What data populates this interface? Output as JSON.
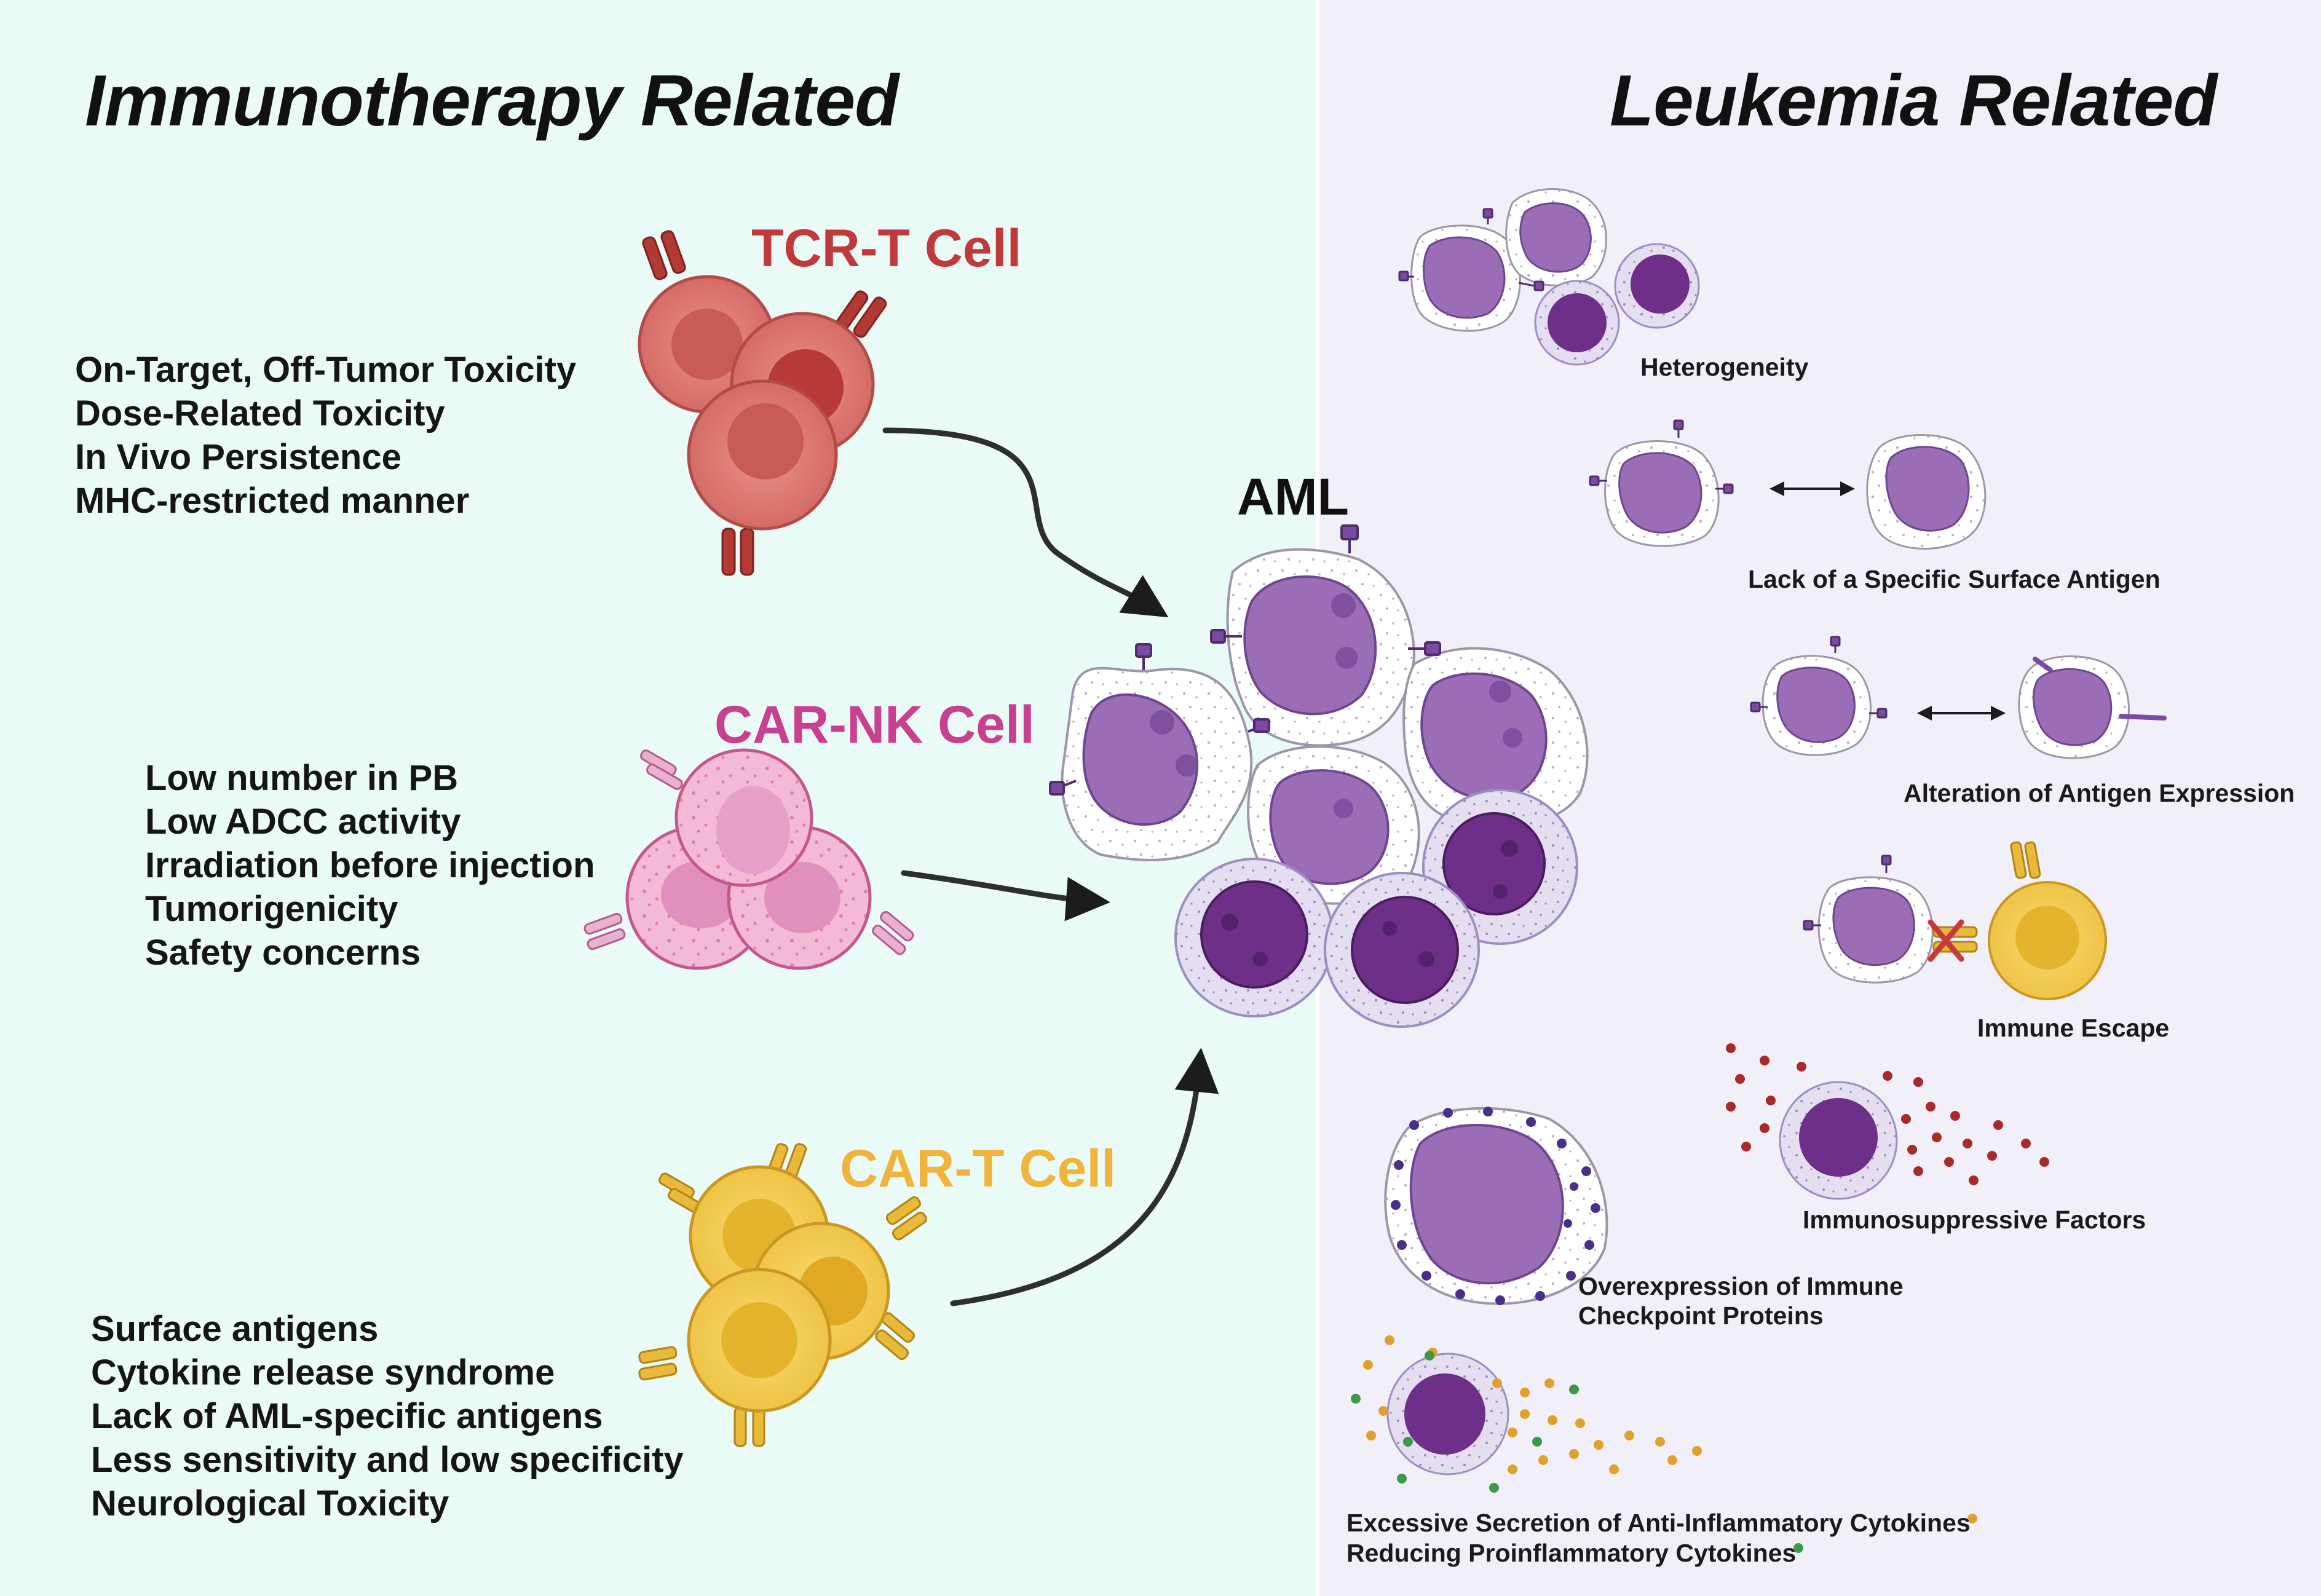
{
  "headings": {
    "left": "Immunotherapy Related",
    "right": "Leukemia Related"
  },
  "center": {
    "label": "AML"
  },
  "therapies": [
    {
      "name": "TCR-T Cell",
      "color": "#c0393b",
      "challenges": [
        "On-Target, Off-Tumor Toxicity",
        "Dose-Related Toxicity",
        "In Vivo Persistence",
        "MHC-restricted manner"
      ]
    },
    {
      "name": "CAR-NK Cell",
      "color": "#c8408f",
      "challenges": [
        "Low number in PB",
        "Low ADCC activity",
        "Irradiation before injection",
        "Tumorigenicity",
        "Safety concerns"
      ]
    },
    {
      "name": "CAR-T Cell",
      "color": "#f0b33c",
      "challenges": [
        "Surface antigens",
        "Cytokine release syndrome",
        "Lack of AML-specific antigens",
        "Less sensitivity and low specificity",
        "Neurological Toxicity"
      ]
    }
  ],
  "leukemia_factors": [
    "Heterogeneity",
    "Lack of a Specific Surface Antigen",
    "Alteration of Antigen Expression",
    "Immune Escape",
    "Immunosuppressive Factors",
    "Overexpression of Immune Checkpoint Proteins",
    "Excessive Secretion of Anti-Inflammatory Cytokines",
    "Reducing Proinflammatory Cytokines"
  ],
  "colors": {
    "left_panel": "#eafaf6",
    "right_panel": "#f1f0f9",
    "blast_nucleus": "#9a6bb4",
    "dark_nucleus": "#6b2f86",
    "tcr": "#d9716d",
    "nk": "#e9a6c6",
    "cart": "#f1c84a",
    "anti_inflammatory_dot": "#e0a030",
    "proinflammatory_dot": "#3a9a4a",
    "suppressive_dot": "#a82a2a"
  }
}
